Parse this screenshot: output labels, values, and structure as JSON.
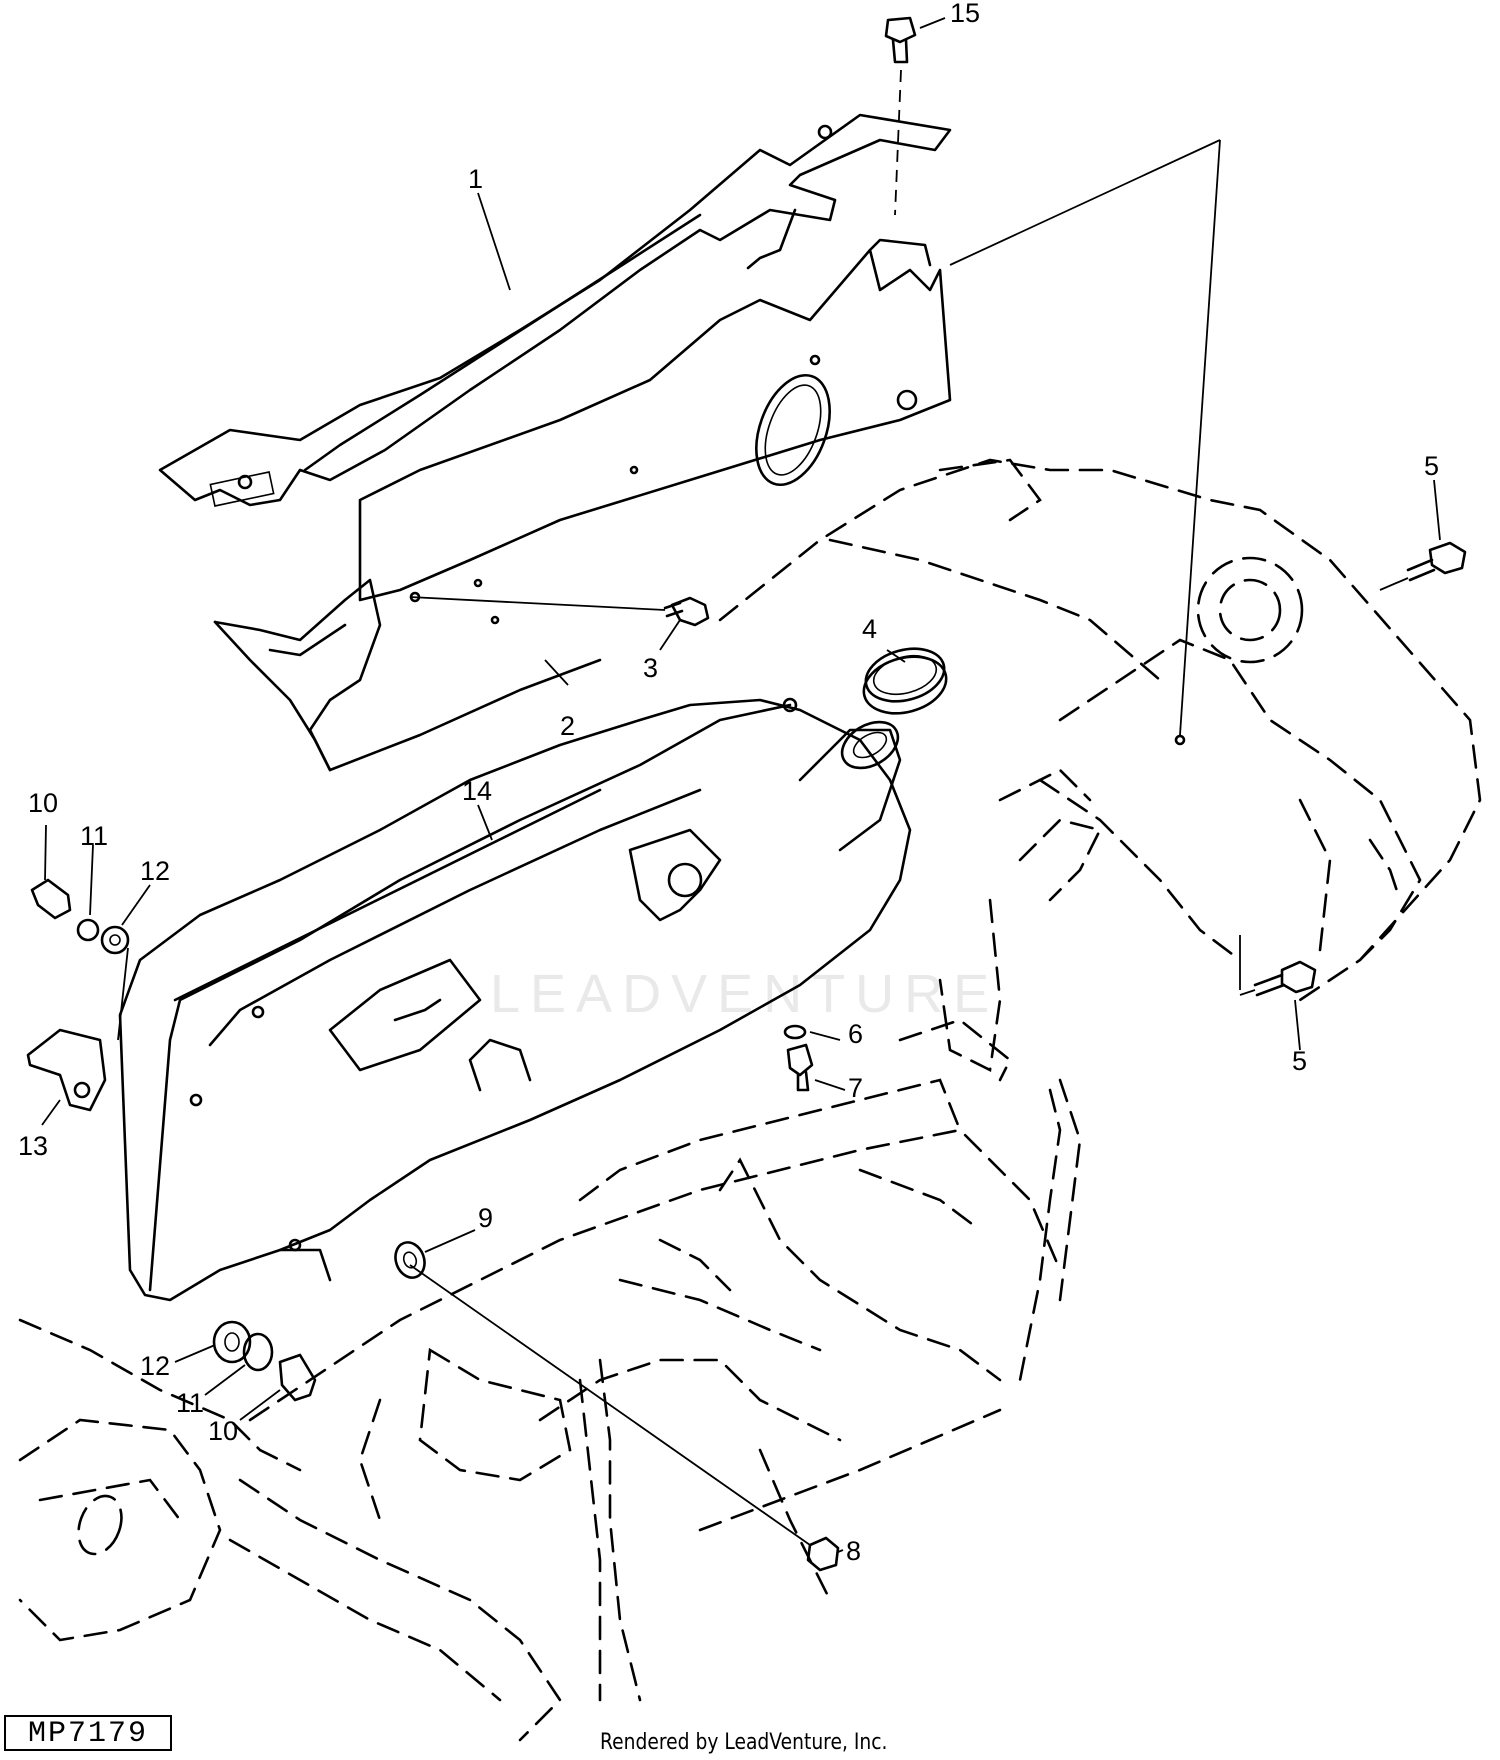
{
  "diagram": {
    "watermark": "LEADVENTURE",
    "id": "MP7179",
    "credit": "Rendered by LeadVenture, Inc.",
    "callouts": [
      "1",
      "2",
      "3",
      "4",
      "5",
      "5",
      "6",
      "7",
      "8",
      "9",
      "10",
      "10",
      "11",
      "11",
      "12",
      "12",
      "13",
      "14",
      "15"
    ]
  }
}
